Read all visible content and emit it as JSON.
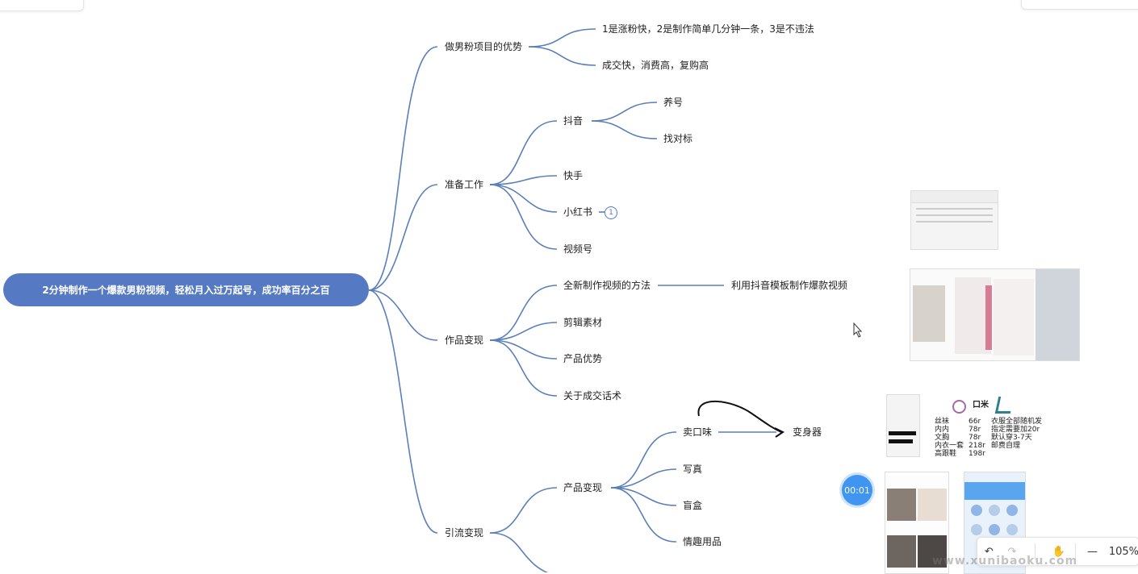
{
  "root": "2分钟制作一个爆款男粉视频，轻松月入过万起号，成功率百分之百",
  "branches": {
    "b1": "做男粉项目的优势",
    "b1_c1": "1是涨粉快，2是制作简单几分钟一条，3是不违法",
    "b1_c2": "成交快，消费高，复购高",
    "b2": "准备工作",
    "b2_c1": "抖音",
    "b2_c1_a": "养号",
    "b2_c1_b": "找对标",
    "b2_c2": "快手",
    "b2_c3": "小红书",
    "b2_c3_badge": "1",
    "b2_c4": "视频号",
    "b3": "作品变现",
    "b3_c1": "全新制作视频的方法",
    "b3_c1_a": "利用抖音模板制作爆款视频",
    "b3_c2": "剪辑素材",
    "b3_c3": "产品优势",
    "b3_c4": "关于成交话术",
    "b4": "引流变现",
    "b4_c1": "产品变现",
    "b4_c1_a": "卖口味",
    "b4_c1_a_target": "变身器",
    "b4_c1_b": "写真",
    "b4_c1_c": "盲盒",
    "b4_c1_d": "情趣用品"
  },
  "price_card": {
    "title": "口米",
    "rows": [
      {
        "name": "丝袜",
        "price": "66r"
      },
      {
        "name": "内内",
        "price": "78r"
      },
      {
        "name": "文胸",
        "price": "78r"
      },
      {
        "name": "内衣一套",
        "price": "218r"
      },
      {
        "name": "高跟鞋",
        "price": "198r"
      }
    ],
    "notes": [
      "衣服全部随机发",
      "指定需要加20r",
      "默认穿3-7天",
      "邮费自理"
    ]
  },
  "timer": "00:01",
  "zoom": "105%",
  "watermark": "www.xunibaoku.com",
  "colors": {
    "line": "#5b7fb8",
    "root": "#5679c4",
    "timer": "#3f95f0"
  }
}
